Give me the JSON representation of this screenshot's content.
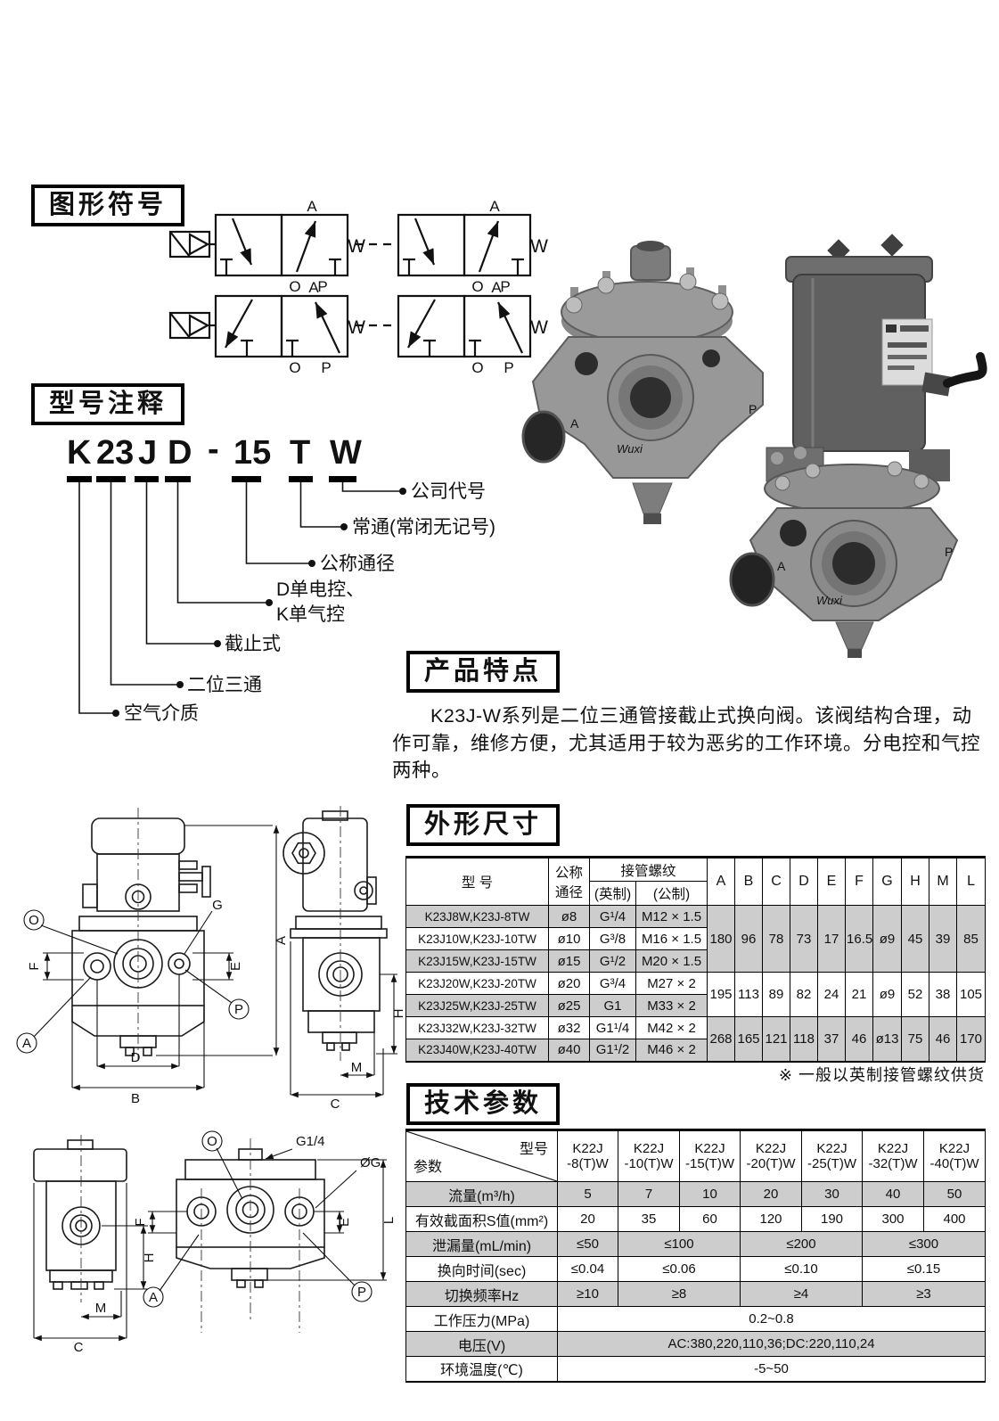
{
  "sections": {
    "symbols_title": "图形符号",
    "model_title": "型号注释",
    "features_title": "产品特点",
    "dimensions_title": "外形尺寸",
    "parameters_title": "技术参数"
  },
  "valve_symbols": {
    "a": "A",
    "o": "O",
    "p": "P",
    "w": "W"
  },
  "model_code": {
    "segments": [
      "K",
      "23",
      "J",
      "D",
      "-",
      "15",
      "T",
      "W"
    ],
    "callout_company": "公司代号",
    "callout_normally_open": "常通(常闭无记号)",
    "callout_diameter": "公称通径",
    "callout_control_1": "D单电控、",
    "callout_control_2": "K单气控",
    "callout_cutoff": "截止式",
    "callout_ways": "二位三通",
    "callout_medium": "空气介质"
  },
  "photo": {
    "brand": "Wuxi",
    "port_a": "A",
    "port_p": "P"
  },
  "features": {
    "text": "K23J-W系列是二位三通管接截止式换向阀。该阀结构合理，动作可靠，维修方便，尤其适用于较为恶劣的工作环境。分电控和气控两种。"
  },
  "dim_table": {
    "col_model": "型  号",
    "col_dn_1": "公称",
    "col_dn_2": "通径",
    "col_thread": "接管螺纹",
    "col_inch": "(英制)",
    "col_metric": "(公制)",
    "dims": [
      "A",
      "B",
      "C",
      "D",
      "E",
      "F",
      "G",
      "H",
      "M",
      "L"
    ],
    "rows": [
      {
        "model": "K23J8W,K23J-8TW",
        "dn": "ø8",
        "inch": "G¹/4",
        "metric": "M12 × 1.5"
      },
      {
        "model": "K23J10W,K23J-10TW",
        "dn": "ø10",
        "inch": "G³/8",
        "metric": "M16 × 1.5"
      },
      {
        "model": "K23J15W,K23J-15TW",
        "dn": "ø15",
        "inch": "G¹/2",
        "metric": "M20 × 1.5"
      },
      {
        "model": "K23J20W,K23J-20TW",
        "dn": "ø20",
        "inch": "G³/4",
        "metric": "M27 × 2"
      },
      {
        "model": "K23J25W,K23J-25TW",
        "dn": "ø25",
        "inch": "G1",
        "metric": "M33 × 2"
      },
      {
        "model": "K23J32W,K23J-32TW",
        "dn": "ø32",
        "inch": "G1¹/4",
        "metric": "M42 × 2"
      },
      {
        "model": "K23J40W,K23J-40TW",
        "dn": "ø40",
        "inch": "G1¹/2",
        "metric": "M46 × 2"
      }
    ],
    "groups": [
      {
        "a": "180",
        "b": "96",
        "c": "78",
        "d": "73",
        "e": "17",
        "f": "16.5",
        "g": "ø9",
        "h": "45",
        "m": "39",
        "l": "85"
      },
      {
        "a": "195",
        "b": "113",
        "c": "89",
        "d": "82",
        "e": "24",
        "f": "21",
        "g": "ø9",
        "h": "52",
        "m": "38",
        "l": "105"
      },
      {
        "a": "268",
        "b": "165",
        "c": "121",
        "d": "118",
        "e": "37",
        "f": "46",
        "g": "ø13",
        "h": "75",
        "m": "46",
        "l": "170"
      }
    ],
    "footnote": "※ 一般以英制接管螺纹供货"
  },
  "tech_table": {
    "corner_model": "型号",
    "corner_param": "参数",
    "columns": [
      {
        "l1": "K22J",
        "l2": "-8(T)W"
      },
      {
        "l1": "K22J",
        "l2": "-10(T)W"
      },
      {
        "l1": "K22J",
        "l2": "-15(T)W"
      },
      {
        "l1": "K22J",
        "l2": "-20(T)W"
      },
      {
        "l1": "K22J",
        "l2": "-25(T)W"
      },
      {
        "l1": "K22J",
        "l2": "-32(T)W"
      },
      {
        "l1": "K22J",
        "l2": "-40(T)W"
      }
    ],
    "rows": {
      "flow": {
        "label": "流量(m³/h)",
        "v": [
          "5",
          "7",
          "10",
          "20",
          "30",
          "40",
          "50"
        ]
      },
      "area": {
        "label": "有效截面积S值(mm²)",
        "v": [
          "20",
          "35",
          "60",
          "120",
          "190",
          "300",
          "400"
        ]
      },
      "leak": {
        "label": "泄漏量(mL/min)",
        "v": [
          "≤50",
          "≤100",
          "≤200",
          "≤300"
        ]
      },
      "time": {
        "label": "换向时间(sec)",
        "v": [
          "≤0.04",
          "≤0.06",
          "≤0.10",
          "≤0.15"
        ]
      },
      "freq": {
        "label": "切换频率Hz",
        "v": [
          "≥10",
          "≥8",
          "≥4",
          "≥3"
        ]
      },
      "pressure": {
        "label": "工作压力(MPa)",
        "v": "0.2~0.8"
      },
      "voltage": {
        "label": "电压(V)",
        "v": "AC:380,220,110,36;DC:220,110,24"
      },
      "temp": {
        "label": "环境温度(℃)",
        "v": "-5~50"
      }
    }
  },
  "drawing_labels": {
    "A": "A",
    "B": "B",
    "C": "C",
    "D": "D",
    "E": "E",
    "F": "F",
    "G": "G",
    "H": "H",
    "L": "L",
    "M": "M",
    "O": "O",
    "P": "P",
    "g14": "G1/4",
    "og": "ØG"
  }
}
